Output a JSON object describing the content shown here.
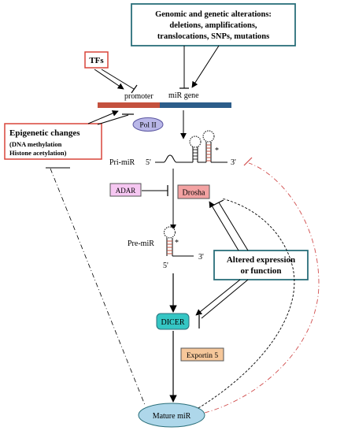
{
  "colors": {
    "teal": "#2a6f7a",
    "red": "#d9453a",
    "promoter_bar": "#c4513e",
    "gene_bar": "#2c5d8a",
    "pol_fill": "#b9b7e8",
    "adar_fill": "#f6c7f2",
    "drosha_fill": "#f3a2a2",
    "dicer_fill": "#35c6c4",
    "exportin_fill": "#f6c79a",
    "mature_fill": "#aed7ea",
    "dashdot": "#d14d4d"
  },
  "genomic": {
    "line1": "Genomic and genetic alterations:",
    "line2": "deletions, amplifications,",
    "line3": "translocations, SNPs, mutations"
  },
  "tfs": "TFs",
  "promoter": "promoter",
  "mir_gene": "miR gene",
  "epigenetic": {
    "title": "Epigenetic changes",
    "line2": "(DNA methylation",
    "line3": "Histone acetylation)"
  },
  "pol2": "Pol II",
  "pri": {
    "label": "Pri-miR",
    "five": "5'",
    "three": "3'",
    "star": "*"
  },
  "adar": "ADAR",
  "drosha": "Drosha",
  "pre": {
    "label": "Pre-miR",
    "star": "*",
    "three": "3'",
    "five": "5'"
  },
  "altered": {
    "line1": "Altered expression",
    "line2": "or function"
  },
  "dicer": "DICER",
  "exportin": "Exportin 5",
  "mature": "Mature miR"
}
